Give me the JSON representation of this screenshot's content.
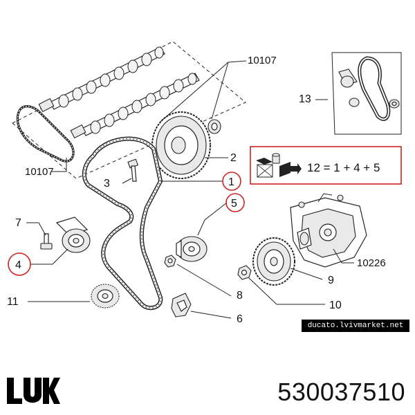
{
  "diagram": {
    "callouts": {
      "c10107_top": "10107",
      "c10107_left": "10107",
      "c13": "13",
      "c2": "2",
      "c1": "1",
      "c3": "3",
      "c5": "5",
      "c7": "7",
      "c4": "4",
      "c11": "11",
      "c8": "8",
      "c6": "6",
      "c9": "9",
      "c10": "10",
      "c10226": "10226"
    },
    "formula": "12 = 1 + 4 + 5",
    "watermark": "ducato.lvivmarket.net",
    "highlight_color": "#cc2222"
  },
  "footer": {
    "brand_logo_text": "LUK",
    "part_number": "530037510"
  }
}
